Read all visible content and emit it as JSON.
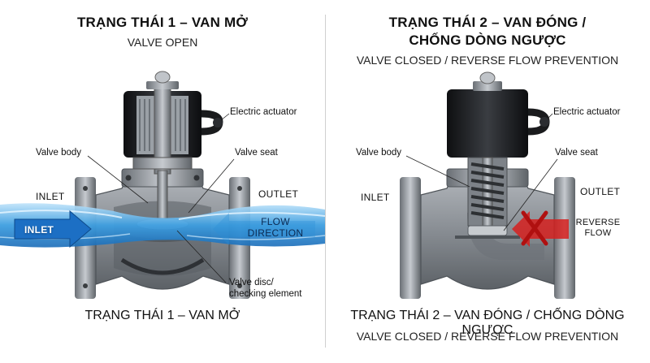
{
  "left": {
    "title": "TRẠNG THÁI 1 – VAN MỞ",
    "subtitle": "VALVE OPEN",
    "labels": {
      "electric_actuator": "Electric actuator",
      "valve_body": "Valve body",
      "valve_seat": "Valve seat",
      "inlet_top": "INLET",
      "outlet": "OUTLET",
      "inlet_arrow": "INLET",
      "flow_direction_1": "FLOW",
      "flow_direction_2": "DIRECTION",
      "valve_disc_1": "Valve disc/",
      "valve_disc_2": "checking element"
    },
    "caption": "TRẠNG THÁI 1 – VAN MỞ"
  },
  "right": {
    "title_line1": "TRẠNG THÁI 2 – VAN ĐÓNG /",
    "title_line2": "CHỐNG DÒNG NGƯỢC",
    "subtitle": "VALVE CLOSED / REVERSE FLOW PREVENTION",
    "labels": {
      "electric_actuator": "Electric actuator",
      "valve_body": "Valve body",
      "valve_seat": "Valve seat",
      "inlet": "INLET",
      "outlet": "OUTLET",
      "reverse_1": "REVERSE",
      "reverse_2": "FLOW"
    },
    "caption_line1": "TRẠNG THÁI 2 – VAN ĐÓNG / CHỐNG DÒNG NGƯỢC",
    "caption_line2": "VALVE CLOSED / REVERSE FLOW PREVENTION"
  },
  "colors": {
    "flow_blue": "#2a8fd6",
    "arrow_blue": "#1c6fc4",
    "body_gray": "#8e9399",
    "actuator_black": "#1d1f22",
    "reverse_red": "#d6201f"
  }
}
